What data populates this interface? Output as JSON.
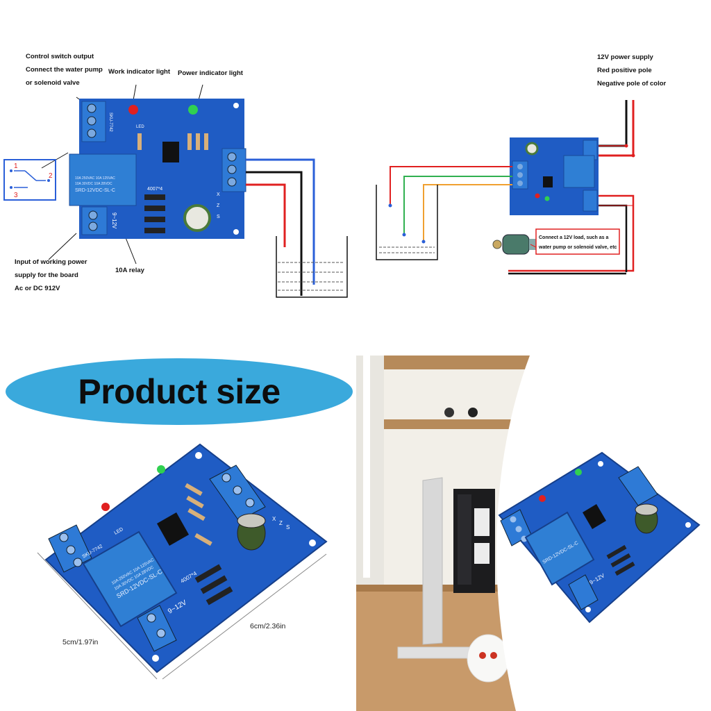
{
  "top_left": {
    "label_output_lines": [
      "Control switch output",
      "Connect the water pump",
      "or solenoid valve"
    ],
    "label_work_led": "Work indicator light",
    "label_power_led": "Power indicator light",
    "label_input_lines": [
      "Input of working power",
      "supply for the board",
      "Ac or DC 912V"
    ],
    "label_relay": "10A relay",
    "schematic_numbers": [
      "1",
      "2",
      "3"
    ]
  },
  "top_right": {
    "label_supply_lines": [
      "12V power supply",
      "Red positive pole",
      "Negative pole of color"
    ],
    "label_load_lines": [
      "Connect a 12V load, such as a",
      "water pump or solenoid valve, etc"
    ]
  },
  "board": {
    "relay_lines": [
      "10A 250VAC 10A 125VAC",
      "10A 30VDC 10A 28VDC",
      "SRD-12VDC-SL-C"
    ],
    "diode_label": "4007*4",
    "voltage_label": "9~12V",
    "led_label": "LED",
    "terminal_label": "SKU-7742",
    "probe_labels": [
      "X",
      "Z",
      "S"
    ]
  },
  "size_section": {
    "title": "Product size",
    "width_label": "5cm/1.97in",
    "length_label": "6cm/2.36in"
  },
  "colors": {
    "pcb_blue": "#1f5cc4",
    "relay_blue": "#2f7fd4",
    "terminal_blue": "#2e7ad6",
    "pill_blue": "#3aa9dc",
    "wire_red": "#e02020",
    "wire_blue": "#2a5fd8",
    "wire_green": "#30b050",
    "wire_orange": "#f0a030",
    "wire_black": "#111111"
  }
}
